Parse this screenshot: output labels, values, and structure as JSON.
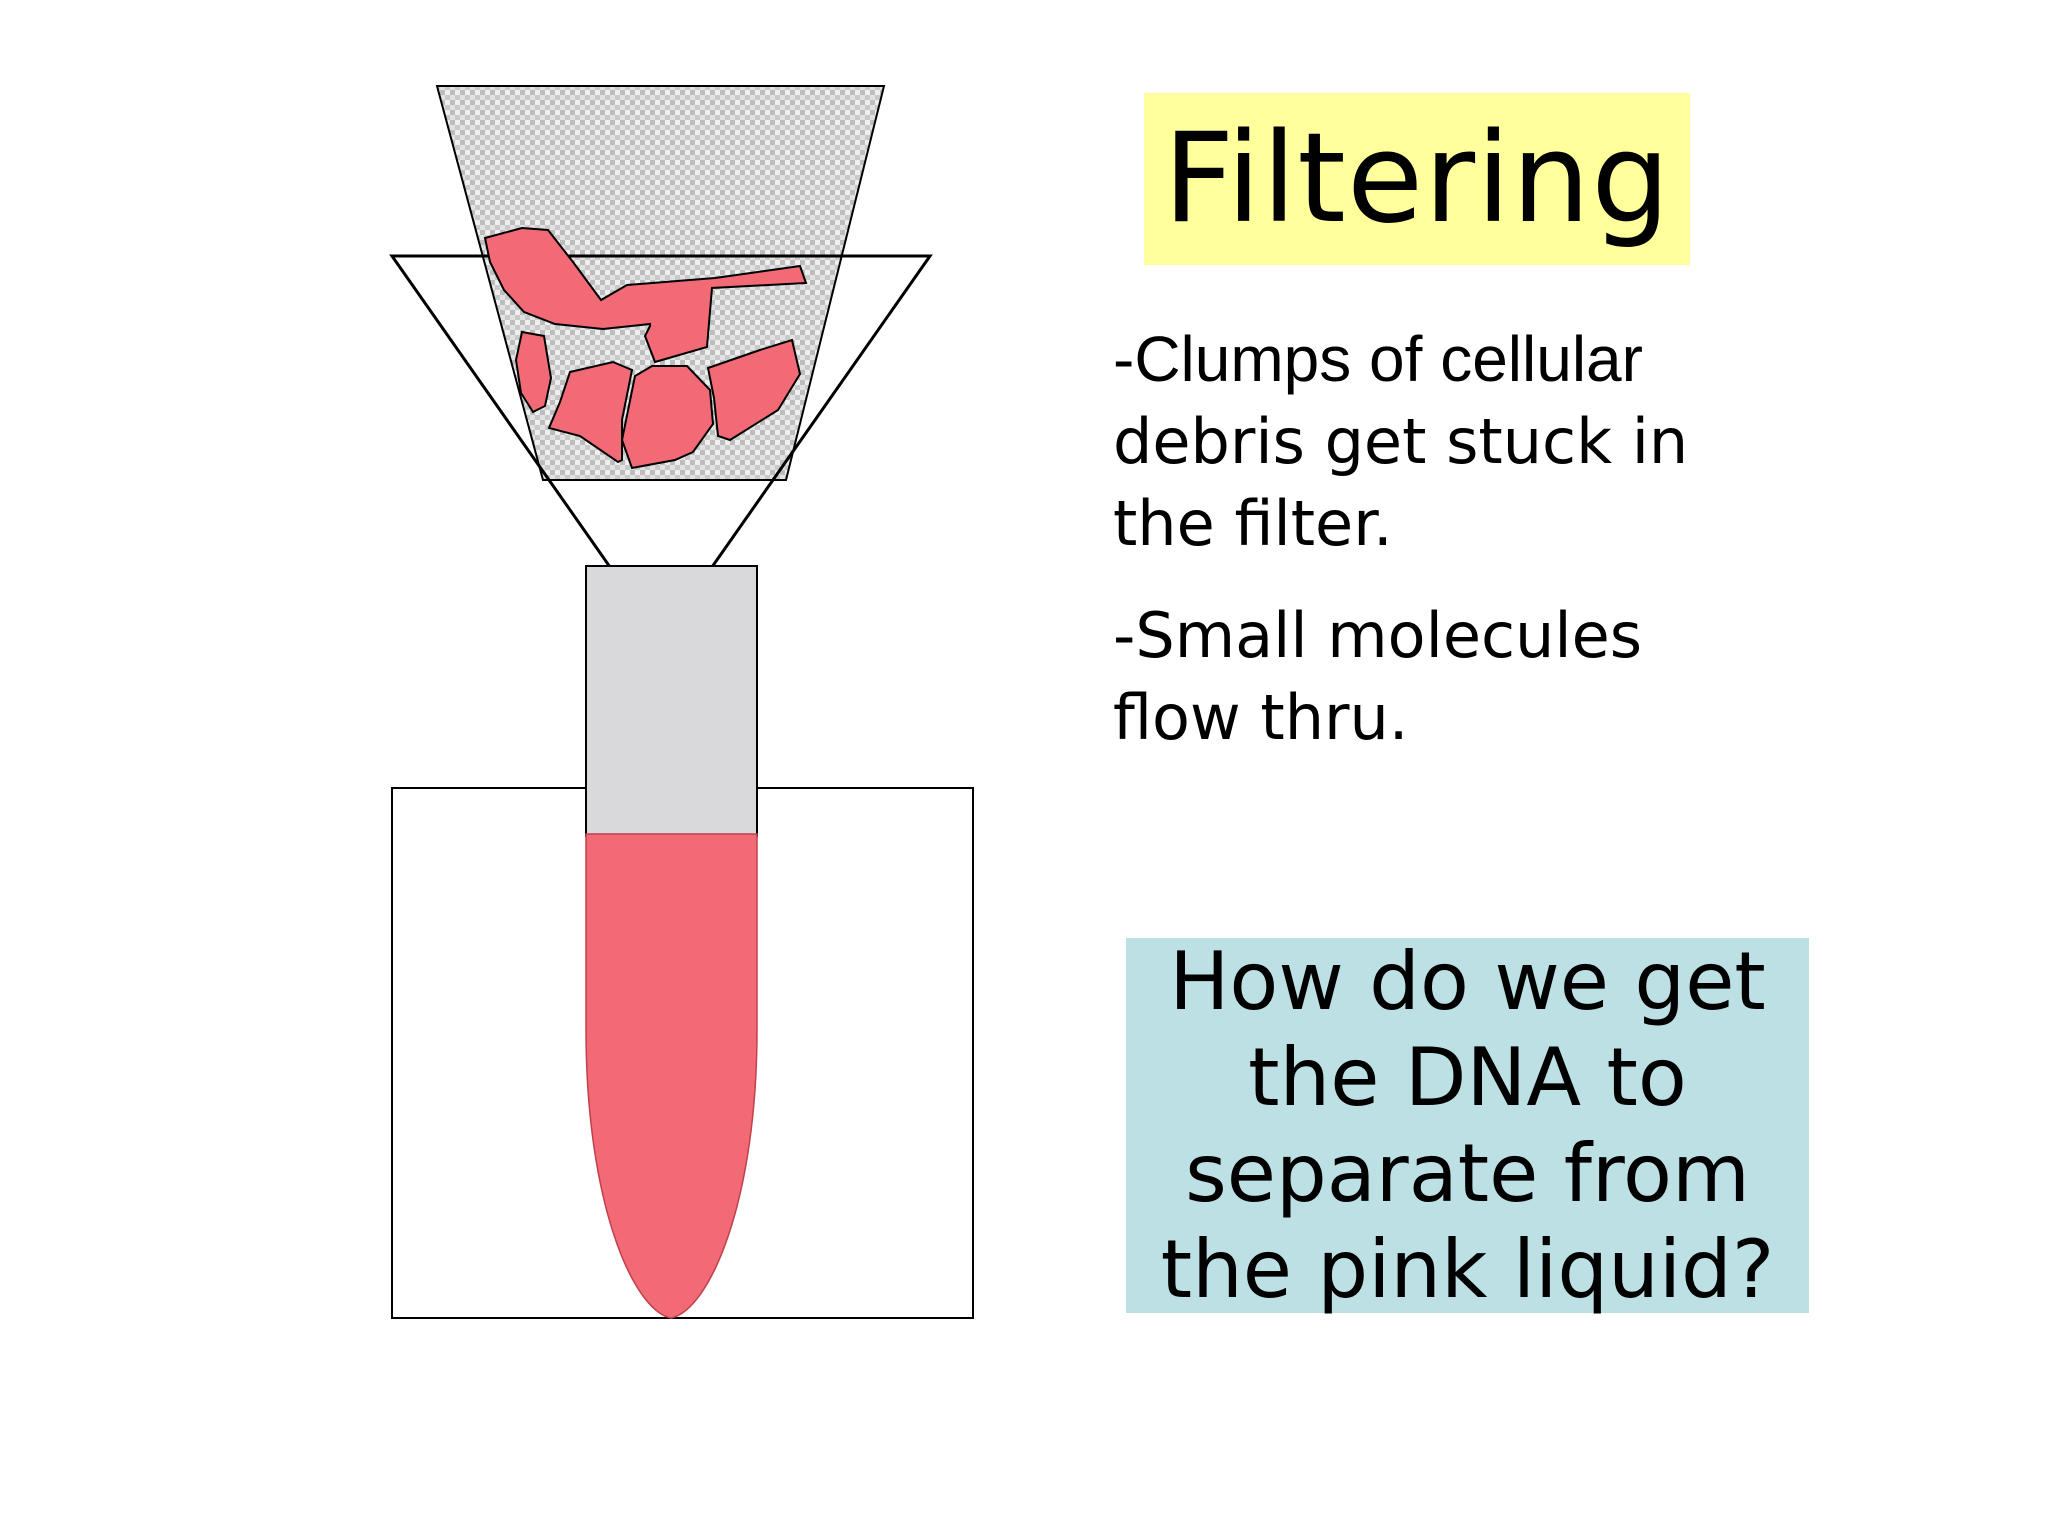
{
  "slide": {
    "title": "Filtering",
    "bullets": [
      {
        "lead": "-Clumps of cellular",
        "rest": "debris get stuck in the filter."
      },
      {
        "lead": "",
        "rest": "-Small molecules flow thru."
      }
    ],
    "question": "How do we get the DNA to separate from the pink liquid?"
  },
  "colors": {
    "title_background": "#ffff9c",
    "question_background": "#bce0e3",
    "pink_liquid": "#f26a76",
    "tube_gray": "#d9d8da",
    "filter_paper": "#cfcfcf"
  }
}
